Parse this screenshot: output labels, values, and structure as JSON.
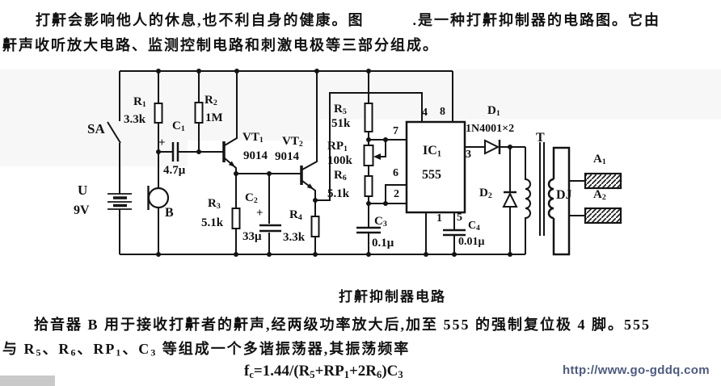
{
  "colors": {
    "ink": "#141414",
    "watermark": "#4d5a80",
    "artifact_band": "#f6f6f6"
  },
  "text": {
    "intro_line1": "打鼾会影响他人的休息,也不利自身的健康。图　　　.是一种打鼾抑制器的电路图。它由",
    "intro_line2": "鼾声收听放大电路、监测控制电路和刺激电极等三部分组成。",
    "caption": "打鼾抑制器电路",
    "body_line1": "拾音器 B 用于接收打鼾者的鼾声,经两级功率放大后,加至 555 的强制复位极 4 脚。555",
    "body_line2": {
      "p1": "与 R",
      "s1": "5",
      "p2": "、R",
      "s2": "6",
      "p3": "、RP",
      "s3": "1",
      "p4": "、C",
      "s4": "3",
      "p5": " 等组成一个多谐振荡器,其振荡频率"
    },
    "formula": {
      "base": "f",
      "sub": "c",
      "p1": "=1.44/(R",
      "s1": "5",
      "p2": "+RP",
      "s2": "1",
      "p3": "+2R",
      "s3": "6",
      "p4": ")C",
      "s4": "3"
    },
    "watermark": "http://www.go-gddq.com"
  },
  "schematic": {
    "sa": "SA",
    "u": "U",
    "u_val": "9V",
    "b": "B",
    "r1": {
      "b": "R",
      "s": "1",
      "v": "3.3k"
    },
    "r2": {
      "b": "R",
      "s": "2",
      "v": "1M"
    },
    "r3": {
      "b": "R",
      "s": "3",
      "v": "5.1k"
    },
    "r4": {
      "b": "R",
      "s": "4",
      "v": "3.3k"
    },
    "r5": {
      "b": "R",
      "s": "5",
      "v": "51k"
    },
    "r6": {
      "b": "R",
      "s": "6",
      "v": "5.1k"
    },
    "rp1": {
      "b": "RP",
      "s": "1",
      "v": "100k"
    },
    "c1": {
      "b": "C",
      "s": "1",
      "v": "4.7μ",
      "plus": "+"
    },
    "c2": {
      "b": "C",
      "s": "2",
      "v": "33μ",
      "plus": "+"
    },
    "c3": {
      "b": "C",
      "s": "3",
      "v": "0.1μ"
    },
    "c4": {
      "b": "C",
      "s": "4",
      "v": "0.01μ"
    },
    "vt1": {
      "b": "VT",
      "s": "1",
      "v": "9014"
    },
    "vt2": {
      "b": "VT",
      "s": "2",
      "v": "9014"
    },
    "ic1": {
      "b": "IC",
      "s": "1",
      "v": "555"
    },
    "d1": {
      "b": "D",
      "s": "1",
      "v": "1N4001×2"
    },
    "d2": {
      "b": "D",
      "s": "2"
    },
    "t": "T",
    "dj": "DJ",
    "a1": {
      "b": "A",
      "s": "1"
    },
    "a2": {
      "b": "A",
      "s": "2"
    },
    "pins": {
      "p1": "1",
      "p2": "2",
      "p3": "3",
      "p4": "4",
      "p5": "5",
      "p6": "6",
      "p7": "7",
      "p8": "8"
    }
  }
}
